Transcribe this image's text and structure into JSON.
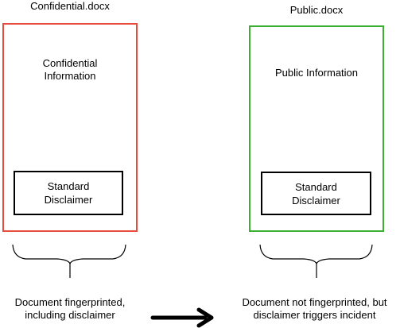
{
  "left": {
    "filename": "Confidential.docx",
    "content": "Confidential\nInformation",
    "disclaimer": "Standard\nDisclaimer",
    "caption": "Document fingerprinted,\nincluding disclaimer",
    "border_color": "#e74c3c"
  },
  "right": {
    "filename": "Public.docx",
    "content": "Public Information",
    "disclaimer": "Standard\nDisclaimer",
    "caption": "Document not fingerprinted, but\ndisclaimer triggers incident",
    "border_color": "#3cb033"
  },
  "icons": {
    "arrow": "right-arrow-icon",
    "brace": "curly-brace-icon"
  }
}
